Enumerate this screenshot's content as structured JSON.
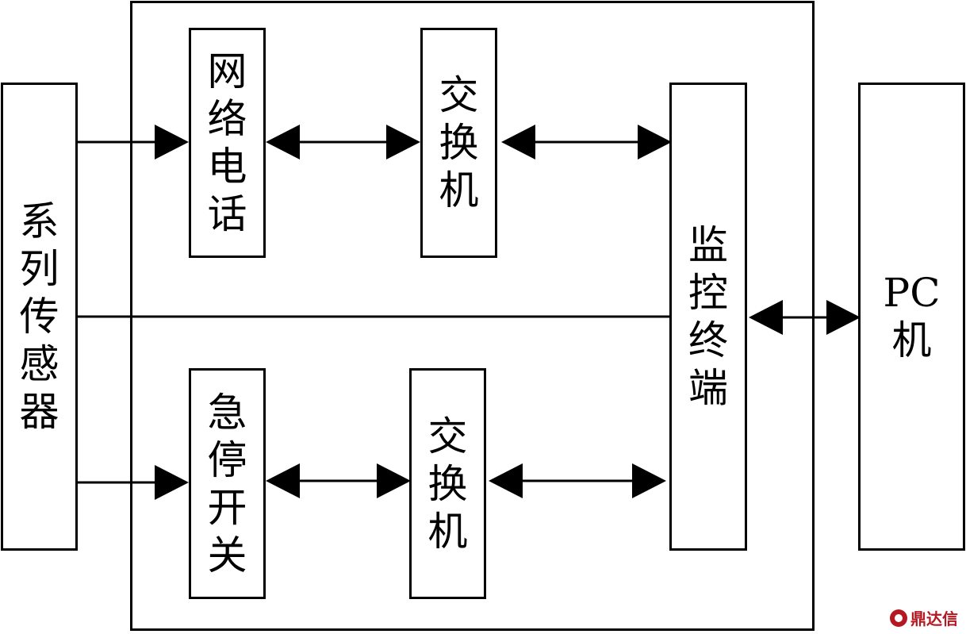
{
  "diagram": {
    "sensor": "系列传感器",
    "phone": "网络电话",
    "switch_top": "交换机",
    "estop": "急停开关",
    "switch_bottom": "交换机",
    "monitor": "监控终端",
    "pc_line1": "PC",
    "pc_line2": "机"
  },
  "watermark": {
    "text": "鼎达信"
  }
}
